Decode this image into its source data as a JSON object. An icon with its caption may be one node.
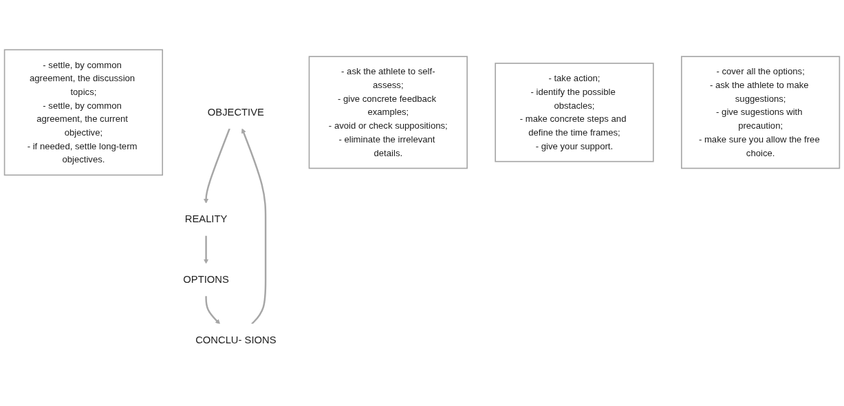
{
  "diagram": {
    "nodes": [
      {
        "text": [
          "- settle, by common agreement, the discussion topics;",
          "- settle, by common agreement, the current objective;",
          "- if needed, settle long-term objectives."
        ]
      },
      {
        "text": [
          "OBJECTIVE"
        ]
      },
      {
        "text": [
          "REALITY"
        ]
      },
      {
        "text": [
          "- ask the athlete to self-assess;",
          "- give concrete feedback examples;",
          "- avoid or check suppositions;",
          "- eliminate the irrelevant details."
        ]
      },
      {
        "text": [
          "- take action;",
          "- identify the possible obstacles;",
          "- make concrete steps and define the time frames;",
          "- give your support."
        ]
      },
      {
        "text": [
          "CONCLU- SIONS"
        ]
      },
      {
        "text": [
          "OPTIONS"
        ]
      },
      {
        "text": [
          "- cover all the options;",
          "- ask the athlete to make suggestions;",
          "- give sugestions with precaution;",
          "- make sure you allow the free choice."
        ]
      }
    ],
    "edges": [
      {
        "from": 1,
        "to": 2,
        "arrow": "to"
      },
      {
        "from": 2,
        "to": 6,
        "arrow": "to"
      },
      {
        "from": 6,
        "to": 5,
        "arrow": "to"
      },
      {
        "from": 5,
        "to": 1,
        "arrow": "to"
      }
    ]
  }
}
